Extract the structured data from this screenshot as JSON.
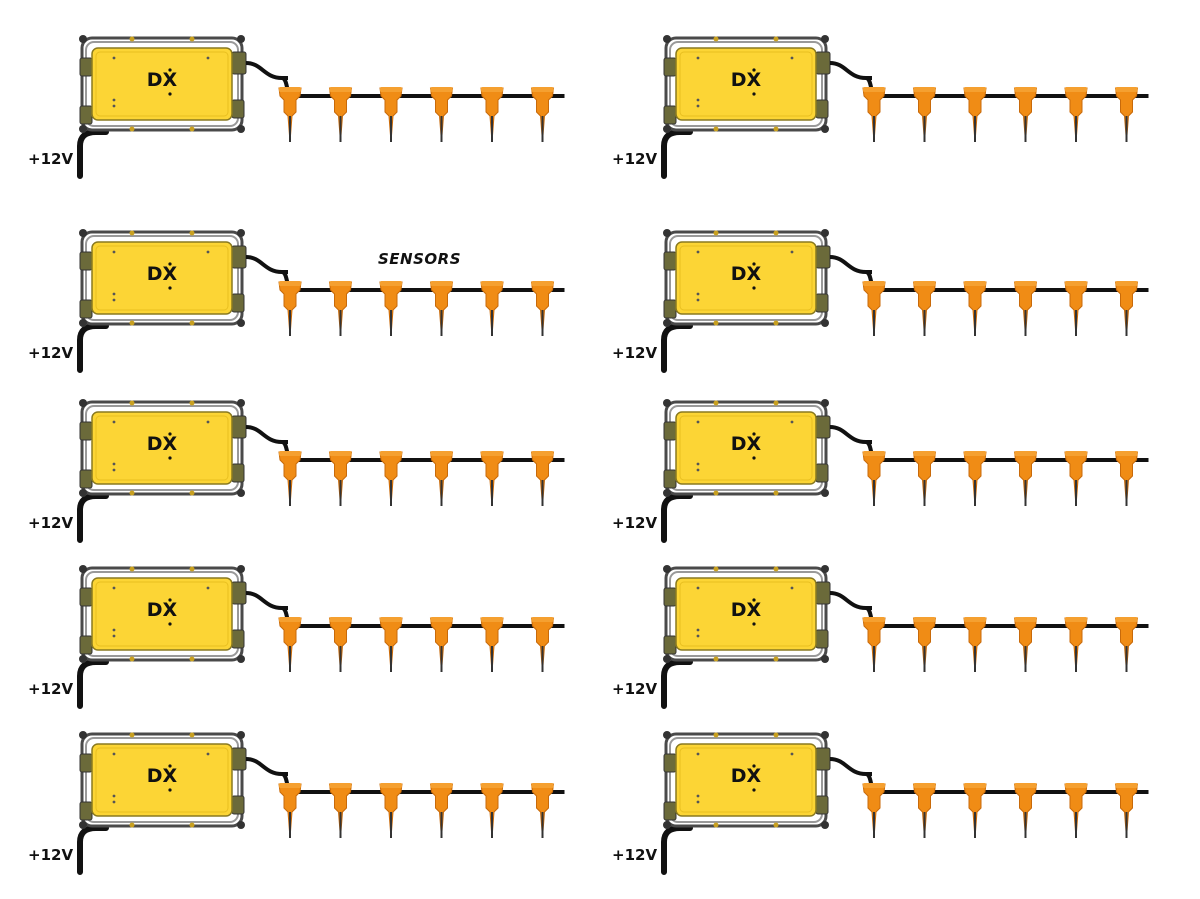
{
  "caption": "SENSORS",
  "colors": {
    "box": "#fcd535",
    "box_border": "#555555",
    "sensor": "#f08c15",
    "sensor_dark": "#c86a0a",
    "cable": "#111111"
  },
  "units": [
    {
      "brand": "DX",
      "power_label": "+12V",
      "sensor_count": 6
    },
    {
      "brand": "DX",
      "power_label": "+12V",
      "sensor_count": 6
    },
    {
      "brand": "DX",
      "power_label": "+12V",
      "sensor_count": 6
    },
    {
      "brand": "DX",
      "power_label": "+12V",
      "sensor_count": 6
    },
    {
      "brand": "DX",
      "power_label": "+12V",
      "sensor_count": 6
    },
    {
      "brand": "DX",
      "power_label": "+12V",
      "sensor_count": 6
    },
    {
      "brand": "DX",
      "power_label": "+12V",
      "sensor_count": 6
    },
    {
      "brand": "DX",
      "power_label": "+12V",
      "sensor_count": 6
    },
    {
      "brand": "DX",
      "power_label": "+12V",
      "sensor_count": 6
    },
    {
      "brand": "DX",
      "power_label": "+12V",
      "sensor_count": 6
    }
  ]
}
